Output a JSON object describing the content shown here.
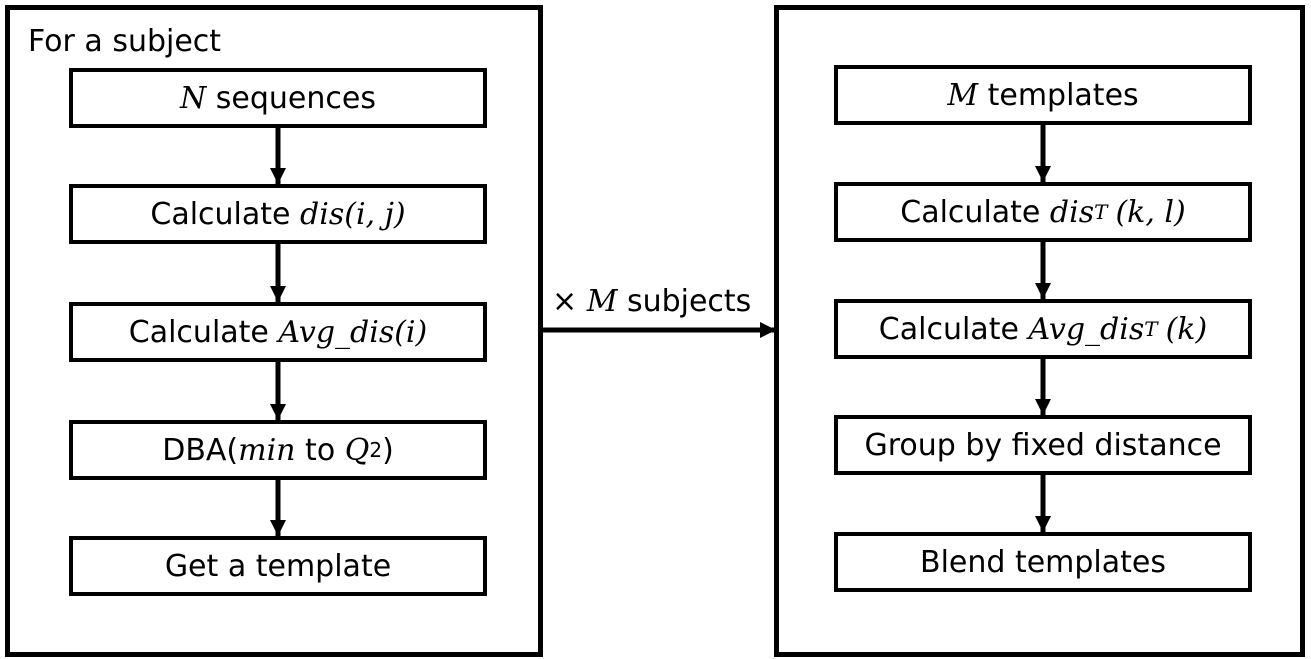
{
  "left_panel": {
    "title": "For a subject",
    "steps": [
      {
        "math": "N",
        "text": " sequences"
      },
      {
        "text": "Calculate ",
        "math": "dis",
        "paren": "(i, j)"
      },
      {
        "text": "Calculate ",
        "math": "Avg_dis",
        "paren": "(i)"
      },
      {
        "prefix": "DBA(",
        "math": "min",
        "mid": " to ",
        "math2": "Q",
        "sub": "2",
        "suffix": ")"
      },
      {
        "text": "Get a template"
      }
    ]
  },
  "connector": {
    "prefix": "× ",
    "math": "M",
    "text": " subjects"
  },
  "right_panel": {
    "steps": [
      {
        "math": "M",
        "text": " templates"
      },
      {
        "text": "Calculate ",
        "math": "dis",
        "sub": "T",
        "paren": "(k, l)"
      },
      {
        "text": "Calculate ",
        "math": "Avg_dis",
        "sub": "T",
        "paren": "(k)"
      },
      {
        "text": "Group by fixed distance"
      },
      {
        "text": "Blend templates"
      }
    ]
  }
}
